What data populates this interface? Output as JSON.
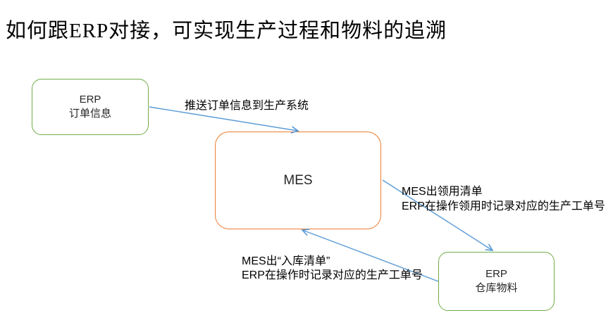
{
  "title": "如何跟ERP对接，可实现生产过程和物料的追溯",
  "colors": {
    "green": "#70AD47",
    "orange": "#ED7D31",
    "blue": "#5B9BD5"
  },
  "nodes": {
    "erp_order": {
      "line1": "ERP",
      "line2": "订单信息"
    },
    "mes": {
      "label": "MES"
    },
    "erp_warehouse": {
      "line1": "ERP",
      "line2": "仓库物料"
    }
  },
  "edges": {
    "push_order": {
      "label": "推送订单信息到生产系统"
    },
    "material_issue": {
      "line1": "MES出领用清单",
      "line2": "ERP在操作领用时记录对应的生产工单号"
    },
    "inbound": {
      "line1": "MES出“入库清单”",
      "line2": "ERP在操作时记录对应的生产工单号"
    }
  }
}
